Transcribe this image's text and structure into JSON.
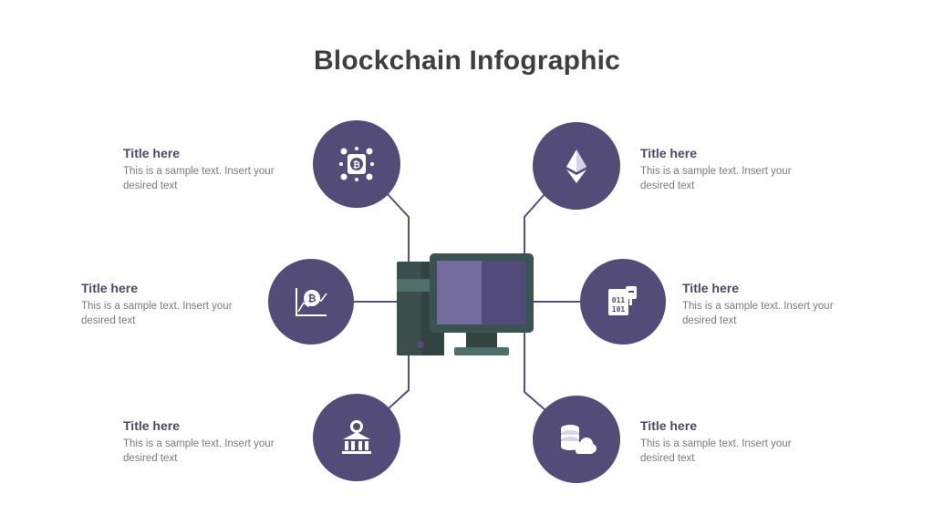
{
  "title": "Blockchain Infographic",
  "colors": {
    "circle": "#534b78",
    "connector": "#545078",
    "title": "#3f3f3f",
    "item_title": "#4b4868",
    "item_text": "#7a7a7a",
    "computer_dark": "#3b5350",
    "computer_screen": "#736b9e"
  },
  "items": [
    {
      "id": "top-left",
      "icon": "bitcoin-network-icon",
      "title": "Title here",
      "text_line1": "This is a sample text. Insert your",
      "text_line2": "desired text"
    },
    {
      "id": "middle-left",
      "icon": "bitcoin-chart-icon",
      "title": "Title here",
      "text_line1": "This is a sample text. Insert your",
      "text_line2": "desired text"
    },
    {
      "id": "bottom-left",
      "icon": "bank-coin-icon",
      "title": "Title here",
      "text_line1": "This is a sample text. Insert your",
      "text_line2": "desired text"
    },
    {
      "id": "top-right",
      "icon": "ethereum-icon",
      "title": "Title here",
      "text_line1": "This is a sample text. Insert your",
      "text_line2": "desired text"
    },
    {
      "id": "middle-right",
      "icon": "binary-key-icon",
      "title": "Title here",
      "text_line1": "This is a sample text. Insert your",
      "text_line2": "desired text"
    },
    {
      "id": "bottom-right",
      "icon": "coin-cloud-icon",
      "title": "Title here",
      "text_line1": "This is a sample text. Insert your",
      "text_line2": "desired text"
    }
  ],
  "center_icon": "desktop-computer-icon"
}
